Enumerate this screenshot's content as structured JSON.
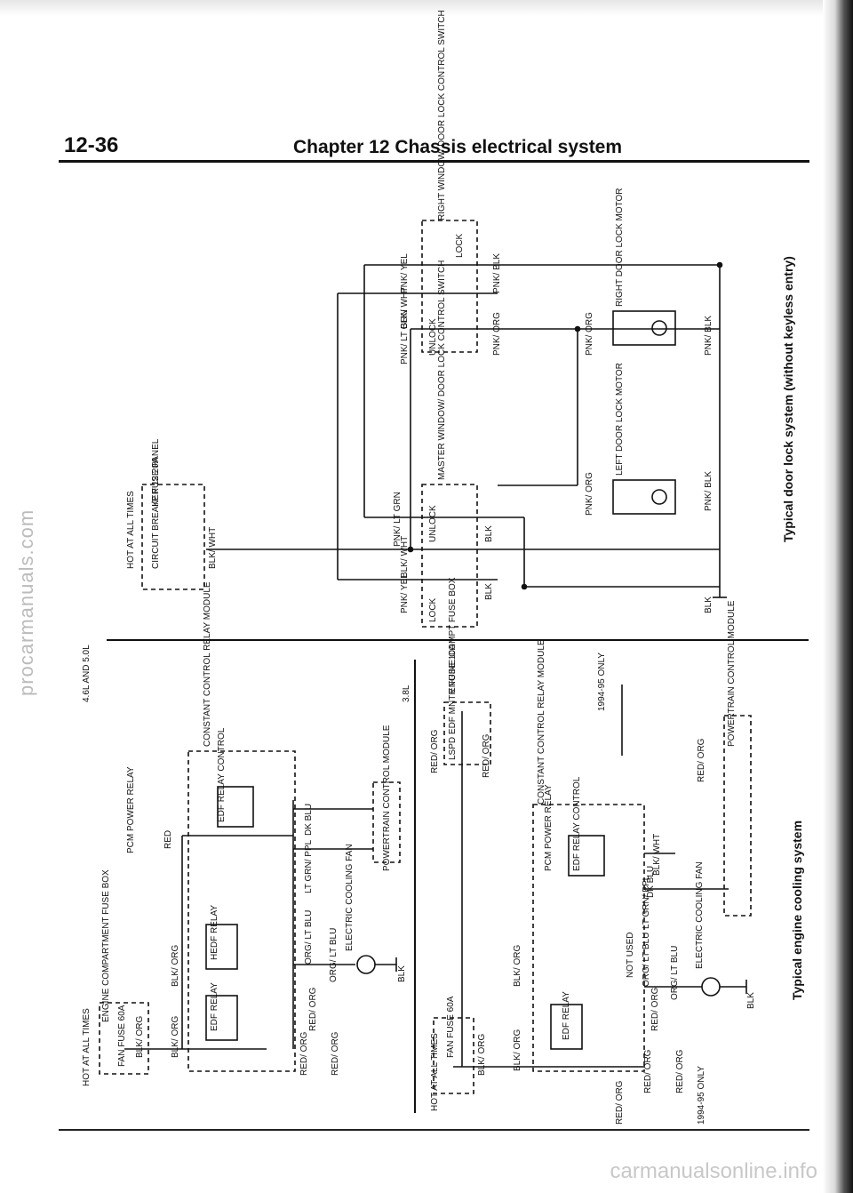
{
  "header": {
    "page_number": "12-36",
    "chapter_title": "Chapter 12  Chassis electrical system"
  },
  "watermarks": {
    "left": "procarmanuals.com",
    "bottom": "carmanualsonline.info"
  },
  "door_lock_diagram": {
    "caption": "Typical door lock system (without keyless entry)",
    "hot_at_all_times": "HOT AT ALL TIMES",
    "circuit_breaker": "CIRCUIT BREAKER 12 20A",
    "ip_fuse_panel": "I/P FUSE PANEL",
    "blk_wht": "BLK/ WHT",
    "master_switch": "MASTER WINDOW/ DOOR LOCK CONTROL SWITCH",
    "right_switch": "RIGHT WINDOW/ DOOR LOCK CONTROL SWITCH",
    "left_motor": "LEFT DOOR LOCK MOTOR",
    "right_motor": "RIGHT DOOR LOCK MOTOR",
    "lock": "LOCK",
    "unlock": "UNLOCK",
    "pnk_lt_grn": "PNK/ LT GRN",
    "blk_wht_2": "BLK/ WHT",
    "pnk_yel": "PNK/ YEL",
    "blk": "BLK",
    "pnk_org": "PNK/ ORG",
    "pnk_blk": "PNK/ BLK"
  },
  "cooling_diagram": {
    "caption": "Typical engine cooling system",
    "top_label": "4.6L AND 5.0L",
    "bottom_label": "3.8L",
    "hot_at_all_times": "HOT AT ALL TIMES",
    "fan_fuse": "FAN FUSE 60A",
    "engine_fuse_box": "ENGINE COMPARTMENT FUSE BOX",
    "engine_compt_box": "ENGINE COMPT FUSE BOX",
    "lspd_fuse": "LSPD EDF MNTR FUSE 10A",
    "pcm_power_relay": "PCM POWER RELAY",
    "constant_control": "CONSTANT CONTROL RELAY MODULE",
    "edf_relay": "EDF RELAY",
    "hedf_relay": "HEDF RELAY",
    "edf_relay_control": "EDF RELAY CONTROL",
    "powertrain_module": "POWERTRAIN CONTROL MODULE",
    "electric_fan": "ELECTRIC COOLING FAN",
    "red": "RED",
    "red_org": "RED/ ORG",
    "blk_org": "BLK/ ORG",
    "org_lt_blu": "ORG/ LT BLU",
    "lt_grn_ppl": "LT GRN/ PPL",
    "dk_blu": "DK BLU",
    "blk_wht": "BLK/ WHT",
    "blk": "BLK",
    "not_used": "NOT USED",
    "years": "1994-95 ONLY"
  }
}
